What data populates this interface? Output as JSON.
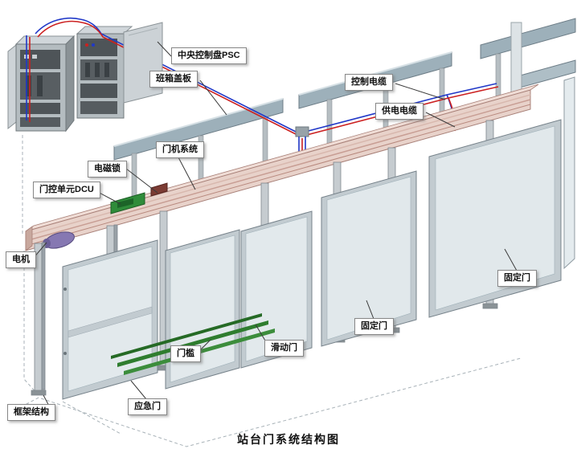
{
  "caption": "站台门系统结构图",
  "labels": {
    "psc": "中央控制盘PSC",
    "box_cover": "班箱盖板",
    "control_cable": "控制电缆",
    "power_cable": "供电电缆",
    "door_machine": "门机系统",
    "mag_lock": "电磁锁",
    "dcu": "门控单元DCU",
    "motor": "电机",
    "fixed_door_right": "固定门",
    "fixed_door_mid": "固定门",
    "door_sill": "门槛",
    "sliding_door": "滑动门",
    "emergency_door": "应急门",
    "frame_structure": "框架结构"
  },
  "colors": {
    "cable_red": "#cc2020",
    "cable_blue": "#2038c8"
  }
}
